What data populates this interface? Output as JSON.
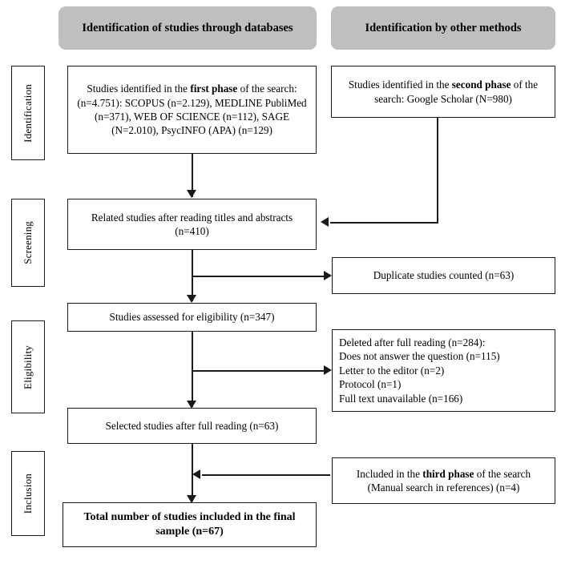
{
  "diagram": {
    "title": "PRISMA study selection flow diagram",
    "type": "flowchart",
    "colors": {
      "banner_fill": "#bfbfbf",
      "box_fill": "#ffffff",
      "stroke": "#1a1a1a",
      "text": "#000000"
    }
  },
  "banners": {
    "databases": "Identification of studies through databases",
    "other_methods": "Identification by other methods"
  },
  "stages": [
    {
      "label": "Identification"
    },
    {
      "label": "Screening"
    },
    {
      "label": "Eligibility"
    },
    {
      "label": "Inclusion"
    }
  ],
  "boxes": {
    "first_phase": {
      "html": "Studies identified in the <b>first phase</b> of the search: (n=4.751): SCOPUS (n=2.129), MEDLINE PubliMed (n=371), WEB OF SCIENCE (n=112), SAGE (N=2.010), PsycINFO (APA) (n=129)",
      "plain": "Studies identified in the first phase of the search: (n=4.751): SCOPUS (n=2.129), MEDLINE PubliMed (n=371), WEB OF SCIENCE (n=112), SAGE (N=2.010), PsycINFO (APA) (n=129)"
    },
    "second_phase": {
      "html": "Studies identified in the <b>second phase</b> of the search: Google Scholar (N=980)",
      "plain": "Studies identified in the second phase of the search: Google Scholar (N=980)"
    },
    "related_studies": {
      "html": "Related studies after reading titles and abstracts (n=410)",
      "plain": "Related studies after reading titles and abstracts (n=410)"
    },
    "duplicates": {
      "html": "Duplicate studies counted (n=63)",
      "plain": "Duplicate studies counted (n=63)"
    },
    "assessed": {
      "html": "Studies assessed for eligibility (n=347)",
      "plain": "Studies assessed for eligibility (n=347)"
    },
    "deleted": {
      "html": "Deleted after full reading (n=284):<br>Does not answer the question (n=115)<br>Letter to the editor (n=2)<br>Protocol (n=1)<br>Full text unavailable (n=166)",
      "plain": "Deleted after full reading (n=284): Does not answer the question (n=115) Letter to the editor (n=2) Protocol (n=1) Full text unavailable (n=166)",
      "lines": [
        "Deleted after full reading (n=284):",
        "Does not answer the question (n=115)",
        "Letter to the editor (n=2)",
        "Protocol (n=1)",
        "Full text unavailable (n=166)"
      ]
    },
    "selected": {
      "html": "Selected studies after full reading (n=63)",
      "plain": "Selected studies after full reading (n=63)"
    },
    "third_phase": {
      "html": "Included in the <b>third phase</b> of the search (Manual search in references) (n=4)",
      "plain": "Included in the third phase of the search (Manual search in references) (n=4)"
    },
    "total": {
      "html": "Total number of studies included in the final sample (n=67)",
      "plain": "Total number of studies included in the final sample (n=67)"
    }
  }
}
